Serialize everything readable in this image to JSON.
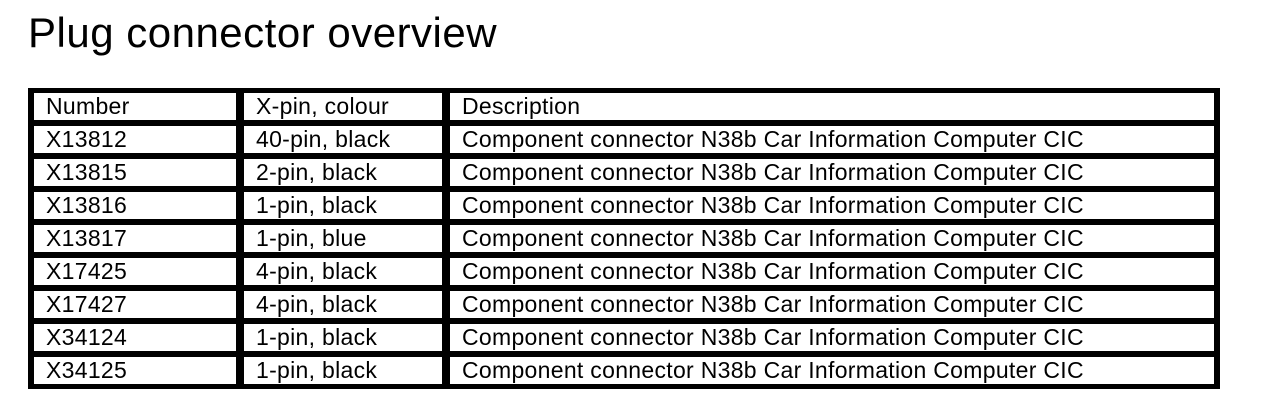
{
  "page": {
    "title": "Plug connector overview"
  },
  "table": {
    "columns": [
      "Number",
      "X-pin, colour",
      "Description"
    ],
    "rows": [
      {
        "number": "X13812",
        "pin_colour": "40-pin, black",
        "description": "Component connector N38b Car Information Computer CIC"
      },
      {
        "number": "X13815",
        "pin_colour": "2-pin, black",
        "description": "Component connector N38b Car Information Computer CIC"
      },
      {
        "number": "X13816",
        "pin_colour": "1-pin, black",
        "description": "Component connector N38b Car Information Computer CIC"
      },
      {
        "number": "X13817",
        "pin_colour": "1-pin, blue",
        "description": "Component connector N38b Car Information Computer CIC"
      },
      {
        "number": "X17425",
        "pin_colour": "4-pin, black",
        "description": "Component connector N38b Car Information Computer CIC"
      },
      {
        "number": "X17427",
        "pin_colour": "4-pin, black",
        "description": "Component connector N38b Car Information Computer CIC"
      },
      {
        "number": "X34124",
        "pin_colour": "1-pin, black",
        "description": "Component connector N38b Car Information Computer CIC"
      },
      {
        "number": "X34125",
        "pin_colour": "1-pin, black",
        "description": "Component connector N38b Car Information Computer CIC"
      }
    ]
  },
  "colors": {
    "text": "#000000",
    "background": "#ffffff",
    "border": "#000000"
  }
}
